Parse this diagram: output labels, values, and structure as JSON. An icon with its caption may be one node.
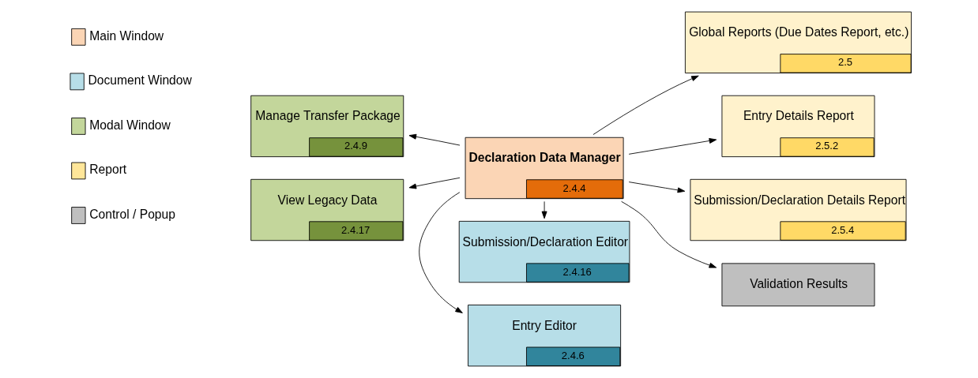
{
  "diagram": {
    "nodes": [
      {
        "text": [
          "Declaration Data Manager",
          "2.4.4"
        ]
      },
      {
        "text": [
          "Manage Transfer Package",
          "2.4.9"
        ]
      },
      {
        "text": [
          "View Legacy Data",
          "2.4.17"
        ]
      },
      {
        "text": [
          "Entry Editor",
          "2.4.6"
        ]
      },
      {
        "text": [
          "Submission/Declaration Editor",
          "2.4.16"
        ]
      },
      {
        "text": [
          "Global Reports (Due Dates Report, etc.)",
          "2.5"
        ]
      },
      {
        "text": [
          "Entry Details Report",
          "2.5.2"
        ]
      },
      {
        "text": [
          "Submission/Declaration Details Report",
          "2.5.4"
        ]
      },
      {
        "text": [
          "Validation Results"
        ]
      }
    ],
    "edges": [
      {
        "from": 0,
        "to": 1,
        "arrow": "to"
      },
      {
        "from": 0,
        "to": 2,
        "arrow": "to"
      },
      {
        "from": 0,
        "to": 3,
        "arrow": "to"
      },
      {
        "from": 0,
        "to": 4,
        "arrow": "to"
      },
      {
        "from": 0,
        "to": 5,
        "arrow": "to"
      },
      {
        "from": 0,
        "to": 6,
        "arrow": "to"
      },
      {
        "from": 0,
        "to": 7,
        "arrow": "to"
      },
      {
        "from": 0,
        "to": 8,
        "arrow": "to"
      }
    ],
    "legend": [
      {
        "text": "Main Window",
        "color": "#fbd5b5"
      },
      {
        "text": "Document Window",
        "color": "#b7dee8"
      },
      {
        "text": "Modal Window",
        "color": "#c3d69b"
      },
      {
        "text": "Report",
        "color": "#ffe699"
      },
      {
        "text": "Control / Popup",
        "color": "#bfbfbf"
      }
    ]
  }
}
